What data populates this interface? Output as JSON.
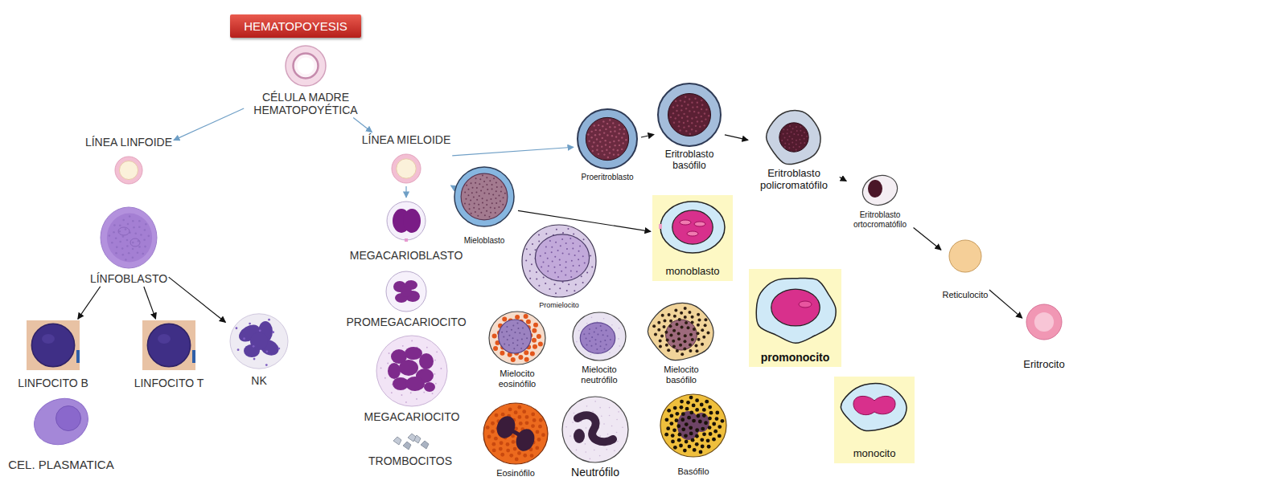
{
  "diagram": {
    "title": "HEMATOPOYESIS",
    "nodes": [
      {
        "text": [
          "CÉLULA MADRE HEMATOPOYÉTICA"
        ]
      },
      {
        "text": [
          "LÍNEA LINFOIDE"
        ]
      },
      {
        "text": [
          "LÍNEA MIELOIDE"
        ]
      },
      {
        "text": [
          "LÍNFOBLASTO"
        ]
      },
      {
        "text": [
          "LINFOCITO B"
        ]
      },
      {
        "text": [
          "LINFOCITO T"
        ]
      },
      {
        "text": [
          "NK"
        ]
      },
      {
        "text": [
          "CEL. PLASMATICA"
        ]
      },
      {
        "text": [
          "MEGACARIOBLASTO"
        ]
      },
      {
        "text": [
          "PROMEGACARIOCITO"
        ]
      },
      {
        "text": [
          "MEGACARIOCITO"
        ]
      },
      {
        "text": [
          "TROMBOCITOS"
        ]
      },
      {
        "text": [
          "Mieloblasto"
        ]
      },
      {
        "text": [
          "Promielocito"
        ]
      },
      {
        "text": [
          "Mielocito eosinófilo"
        ]
      },
      {
        "text": [
          "Mielocito neutrófilo"
        ]
      },
      {
        "text": [
          "Mielocito basófilo"
        ]
      },
      {
        "text": [
          "Eosinófilo"
        ]
      },
      {
        "text": [
          "Neutrófilo"
        ]
      },
      {
        "text": [
          "Basófilo"
        ]
      },
      {
        "text": [
          "monoblasto"
        ]
      },
      {
        "text": [
          "promonocito"
        ]
      },
      {
        "text": [
          "monocito"
        ]
      },
      {
        "text": [
          "Proeritroblasto"
        ]
      },
      {
        "text": [
          "Eritroblasto basófilo"
        ]
      },
      {
        "text": [
          "Eritroblasto policromatófilo"
        ]
      },
      {
        "text": [
          "Eritroblasto ortocromatófilo"
        ]
      },
      {
        "text": [
          "Reticulocito"
        ]
      },
      {
        "text": [
          "Eritrocito"
        ]
      }
    ],
    "edges": [
      {
        "from": 0,
        "to": 1,
        "arrow": "to"
      },
      {
        "from": 0,
        "to": 2,
        "arrow": "to"
      },
      {
        "from": 3,
        "to": 4,
        "arrow": "to"
      },
      {
        "from": 3,
        "to": 5,
        "arrow": "to"
      },
      {
        "from": 3,
        "to": 6,
        "arrow": "to"
      },
      {
        "from": 2,
        "to": 8,
        "arrow": "to"
      },
      {
        "from": 2,
        "to": 12,
        "arrow": "to"
      },
      {
        "from": 2,
        "to": 23,
        "arrow": "to"
      },
      {
        "from": 12,
        "to": 20,
        "arrow": "to"
      },
      {
        "from": 23,
        "to": 24,
        "arrow": "to"
      },
      {
        "from": 24,
        "to": 25,
        "arrow": "to"
      },
      {
        "from": 25,
        "to": 26,
        "arrow": "to"
      },
      {
        "from": 26,
        "to": 27,
        "arrow": "to"
      },
      {
        "from": 27,
        "to": 28,
        "arrow": "to"
      }
    ]
  }
}
